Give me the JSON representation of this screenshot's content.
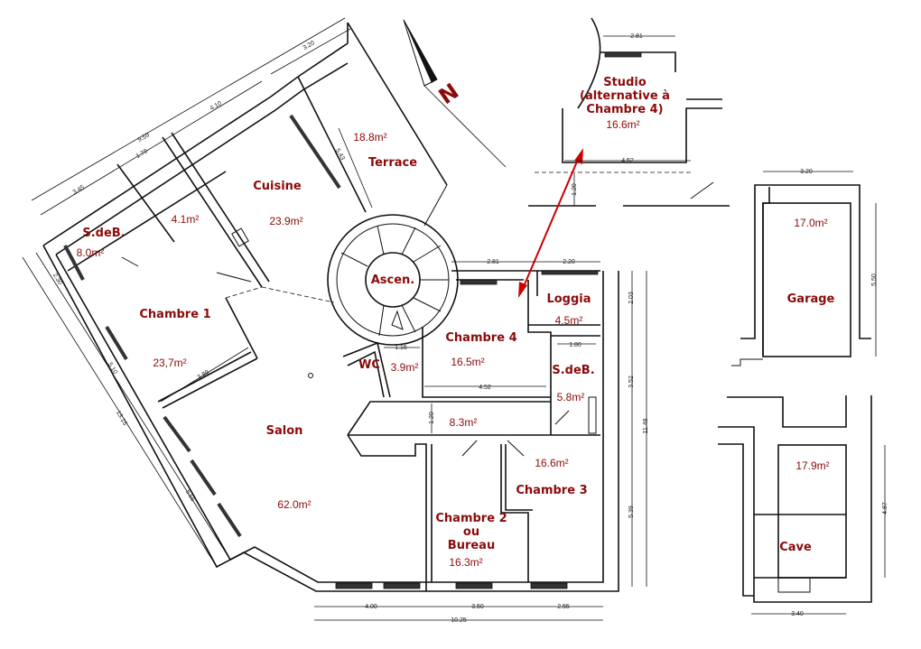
{
  "compass": {
    "label": "N"
  },
  "accent_color": "#8b0a0a",
  "rooms": {
    "sdb1": {
      "name": "S.deB.",
      "area": "8.0m²"
    },
    "wc_small": {
      "area": "4.1m²"
    },
    "cuisine": {
      "name": "Cuisine",
      "area": "23.9m²"
    },
    "terrace": {
      "name": "Terrace",
      "area": "18.8m²"
    },
    "ascenseur": {
      "name": "Ascen."
    },
    "chambre1": {
      "name": "Chambre 1",
      "area": "23,7m²"
    },
    "salon": {
      "name": "Salon",
      "area": "62.0m²"
    },
    "wc": {
      "name": "WC",
      "area": "3.9m²"
    },
    "chambre4": {
      "name": "Chambre 4",
      "area": "16.5m²"
    },
    "loggia": {
      "name": "Loggia",
      "area": "4.5m²"
    },
    "sdb2": {
      "name": "S.deB.",
      "area": "5.8m²"
    },
    "couloir": {
      "area": "8.3m²"
    },
    "chambre3": {
      "name": "Chambre 3",
      "area": "16.6m²"
    },
    "chambre2": {
      "line1": "Chambre 2",
      "line2": "ou",
      "line3": "Bureau",
      "area": "16.3m²"
    },
    "studio": {
      "line1": "Studio",
      "line2": "(alternative à",
      "line3": "Chambre 4)",
      "area": "16.6m²"
    },
    "garage": {
      "name": "Garage",
      "area": "17.0m²"
    },
    "cave": {
      "name": "Cave",
      "area": "17.9m²"
    }
  },
  "dimensions": {
    "top_320": "3.20",
    "top_410": "4.10",
    "top_959": "9.59",
    "top_170": "1.70",
    "top_345": "3.45",
    "terr_543": "5.43",
    "left_230": "2.30",
    "left_510": "5.10",
    "left_1315": "13.15",
    "ch1_389": "3.89",
    "left_555": "5.55",
    "ch4_281": "2.81",
    "log_220": "2.20",
    "log_203": "2.03",
    "wc_115": "1.15",
    "sdb_180": "1.80",
    "ch4_452": "4.52",
    "r_352": "3.52",
    "r_1148": "11.48",
    "cor_120": "1.20",
    "r_539": "5.39",
    "b_400": "4.00",
    "b_350": "3.50",
    "b_255": "2.55",
    "b_1025": "10.25",
    "st_281": "2.81",
    "st_452": "4.52",
    "st_120": "1.20",
    "gar_320": "3.20",
    "gar_550": "5.50",
    "cave_487": "4.87",
    "cave_340": "3.40"
  }
}
